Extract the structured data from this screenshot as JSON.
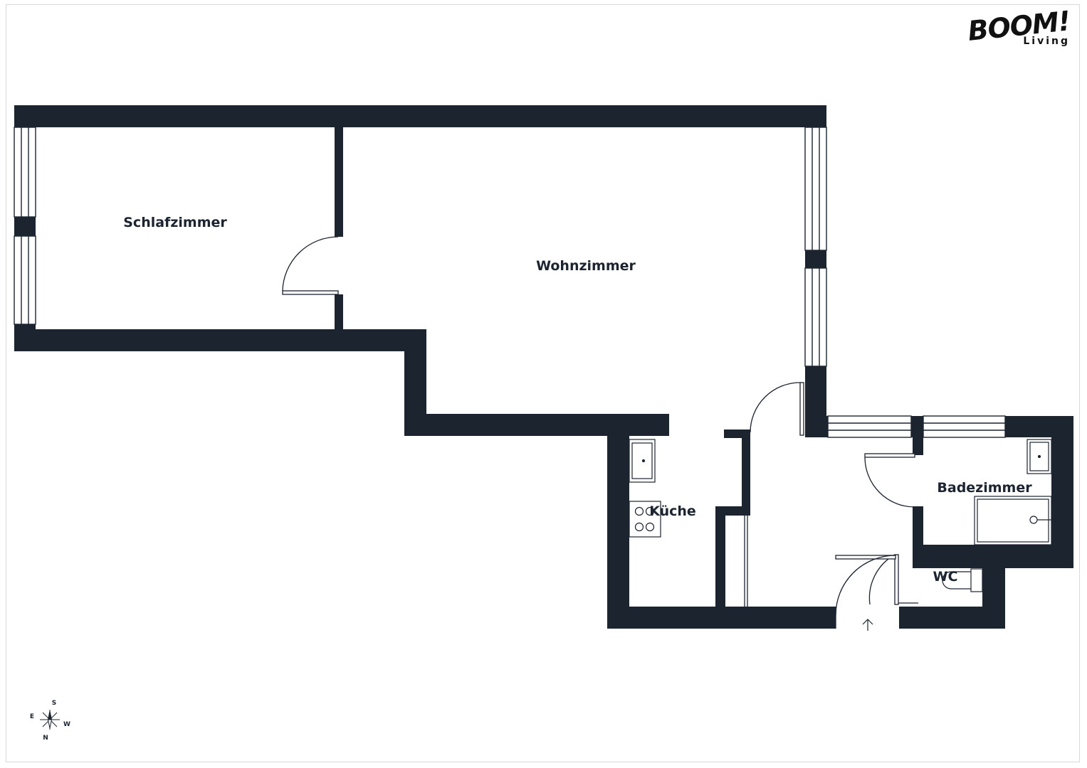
{
  "brand": {
    "name": "BOOM!",
    "tagline": "Living"
  },
  "rooms": {
    "schlafzimmer": "Schlafzimmer",
    "wohnzimmer": "Wohnzimmer",
    "kueche": "Küche",
    "badezimmer": "Badezimmer",
    "wc": "WC"
  },
  "compass": {
    "top": "S",
    "left": "E",
    "right": "W",
    "bottom": "N"
  },
  "colors": {
    "wall": "#1c2430",
    "fixture_line": "#1c2430",
    "background": "#ffffff"
  },
  "icons": {
    "entrance": "arrow-up-icon",
    "compass": "compass-rose-icon"
  }
}
